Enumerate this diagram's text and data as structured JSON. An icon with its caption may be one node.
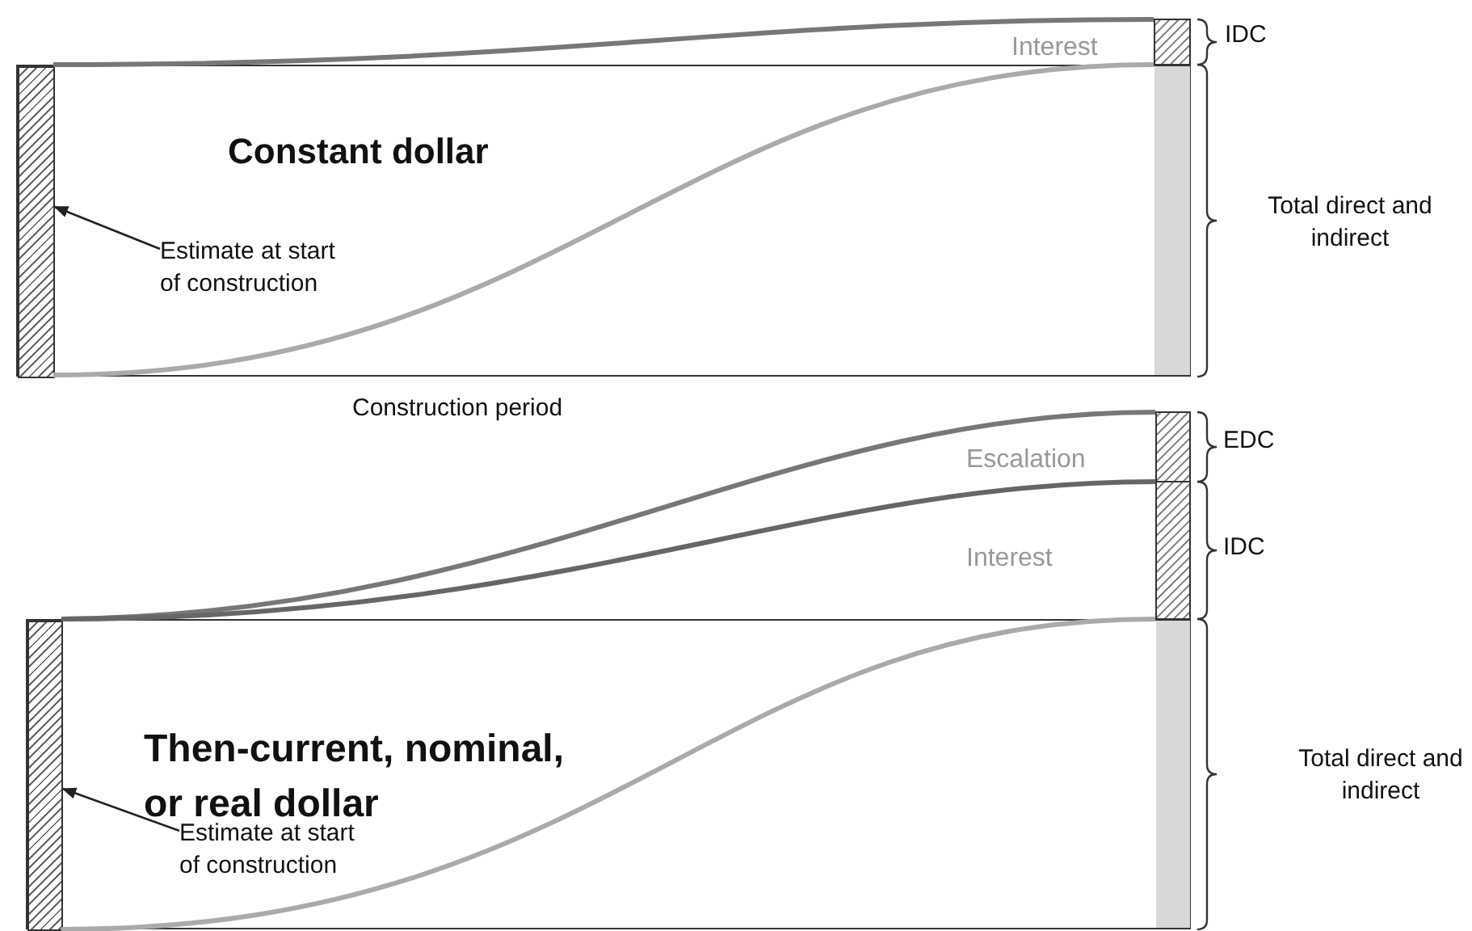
{
  "diagram": {
    "nodes": [
      {
        "text": [
          "Constant dollar"
        ]
      },
      {
        "text": [
          "Estimate at start of construction"
        ],
        "in": 0
      },
      {
        "text": [],
        "shape": "bar",
        "in": 0
      },
      {
        "text": [
          "Then-current, nominal, or real dollar"
        ]
      },
      {
        "text": [
          "Estimate at start of construction"
        ],
        "in": 3
      },
      {
        "text": [],
        "shape": "bar",
        "in": 3
      }
    ],
    "edges": [
      {
        "from": 1,
        "to": 2,
        "arrow": "to"
      },
      {
        "from": 4,
        "to": 5,
        "arrow": "to"
      }
    ],
    "labels": [
      "Interest",
      "IDC",
      "Total direct and indirect",
      "Construction period",
      "EDC",
      "Escalation",
      "Interest",
      "IDC",
      "Total direct and indirect"
    ]
  }
}
